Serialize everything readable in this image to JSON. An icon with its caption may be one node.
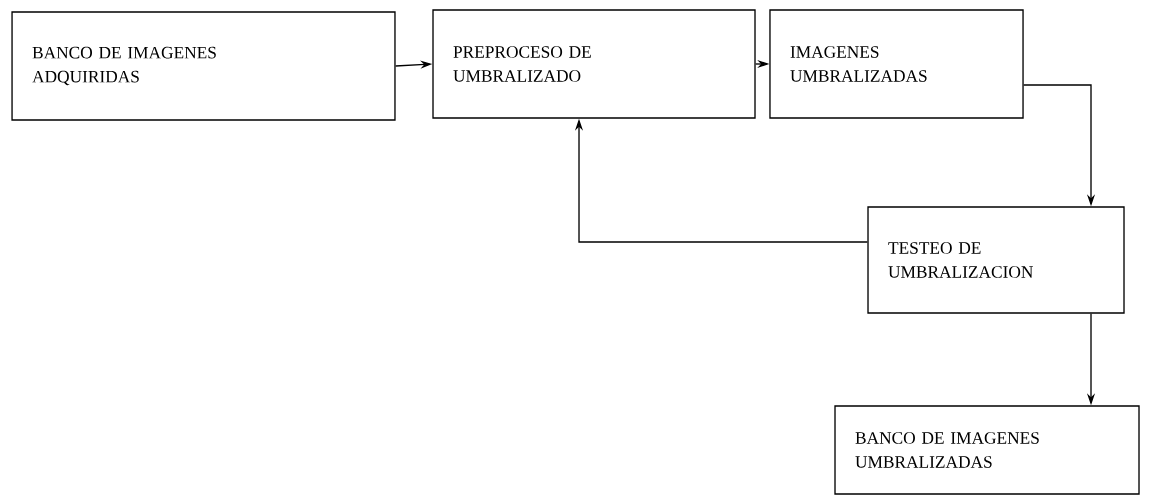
{
  "diagram": {
    "nodes": [
      {
        "text": [
          "BANCO DE IMAGENES ADQUIRIDAS"
        ]
      },
      {
        "text": [
          "PREPROCESO DE UMBRALIZADO"
        ]
      },
      {
        "text": [
          "IMAGENES UMBRALIZADAS"
        ]
      },
      {
        "text": [
          "TESTEO DE UMBRALIZACION"
        ]
      },
      {
        "text": [
          "BANCO DE IMAGENES UMBRALIZADAS"
        ]
      }
    ],
    "edges": [
      {
        "from": 0,
        "to": 1,
        "arrow": "to"
      },
      {
        "from": 1,
        "to": 2,
        "arrow": "to"
      },
      {
        "from": 2,
        "to": 3,
        "arrow": "to"
      },
      {
        "from": 3,
        "to": 1,
        "arrow": "to"
      },
      {
        "from": 3,
        "to": 4,
        "arrow": "to"
      }
    ]
  }
}
